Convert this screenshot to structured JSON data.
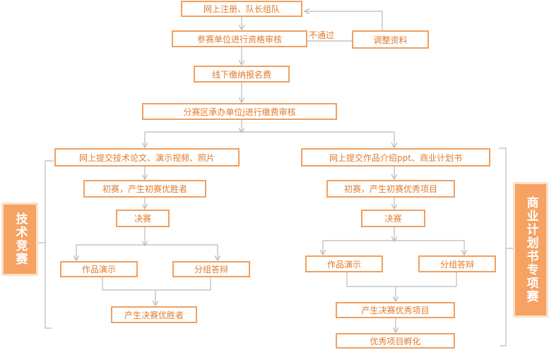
{
  "colors": {
    "accent": "#f0a060",
    "text": "#e07a2a",
    "side_fill": "#f5a263"
  },
  "nodes": {
    "register": "网上注册、队长组队",
    "qualify": "参赛单位进行资格审核",
    "adjust": "调整资料",
    "reject_label": "不通过",
    "pay": "线下缴纳报名费",
    "fee_review": "分赛区承办单位j进行缴费审核",
    "tech_submit": "网上提交技术论文、演示视频、照片",
    "tech_prelim": "初赛，产生初赛优胜者",
    "tech_final": "决赛",
    "tech_demo": "作品演示",
    "tech_defense": "分组答辩",
    "tech_winner": "产生决赛优胜者",
    "biz_submit": "网上提交作品介绍ppt、商业计划书",
    "biz_prelim": "初赛，产生初赛优秀项目",
    "biz_final": "决赛",
    "biz_demo": "作品演示",
    "biz_defense": "分组答辩",
    "biz_winner": "产生决赛优秀项目",
    "biz_incubate": "优秀项目孵化"
  },
  "sides": {
    "tech": "技术竞赛",
    "biz": "商业计划书专项赛"
  }
}
